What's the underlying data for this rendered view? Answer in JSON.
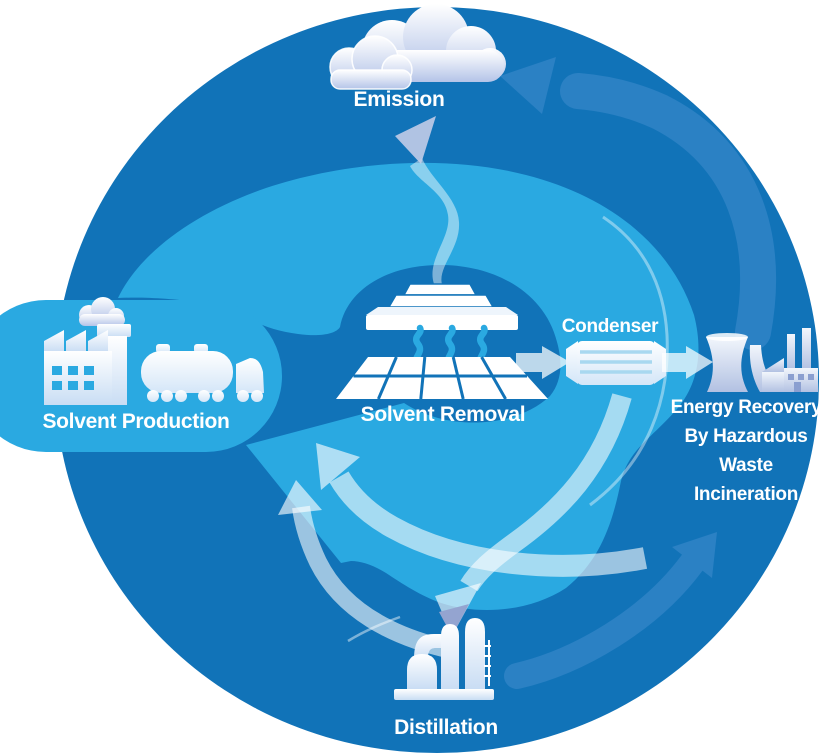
{
  "diagram": {
    "title_none": "",
    "stages": {
      "emission": "Emission",
      "solvent_production": "Solvent Production",
      "solvent_removal": "Solvent Removal",
      "condenser": "Condenser",
      "energy_recovery": {
        "lines": [
          "Energy Recovery",
          "By Hazardous",
          "Waste",
          "Incineration"
        ]
      },
      "distillation": "Distillation"
    },
    "icons": [
      "cloud-icon",
      "factory-icon",
      "tanker-truck-icon",
      "coating-hood-icon",
      "steam-icon",
      "tile-floor-icon",
      "condenser-icon",
      "cooling-tower-icon",
      "incinerator-plant-icon",
      "distillation-column-icon",
      "curved-arrow-icon",
      "recycle-arrow-icon"
    ],
    "colors": {
      "base_dark_blue": "#1173b8",
      "swirl_light_blue": "#2aa9e1",
      "ring_arrow_blue": "#2b81c4",
      "pale_arrow_white": "rgba(255,255,255,0.6)",
      "arrow_tip_periwinkle": "#94a4d0",
      "cloud_shade": "#b4c4e8",
      "icon_shade": "#c9ddf4",
      "text_white": "#ffffff"
    }
  }
}
